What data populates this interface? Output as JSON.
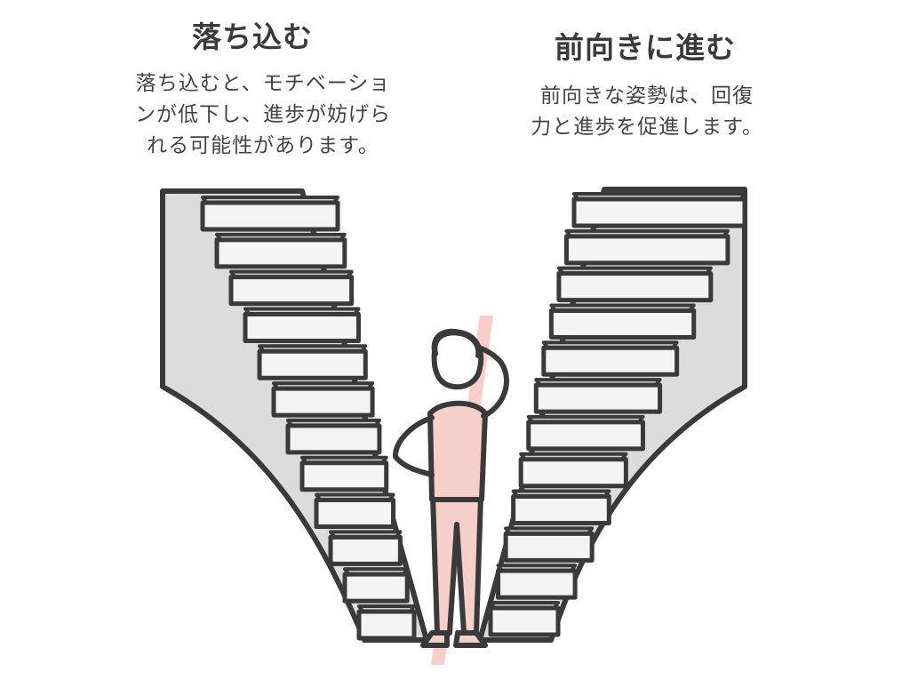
{
  "left": {
    "heading": "落ち込む",
    "lines": [
      "落ち込むと、モチベーショ",
      "ンが低下し、進歩が妨げら",
      "れる可能性があります。"
    ]
  },
  "right": {
    "heading": "前向きに進む",
    "lines": [
      "前向きな姿勢は、回復",
      "力と進歩を促進します。"
    ]
  },
  "colors": {
    "outline": "#3a3a3a",
    "step_fill": "#f4f4f4",
    "wall_fill": "#dcdcdc",
    "person": "#f6cfcb",
    "accent": "#f3b9b4"
  },
  "icons": [
    "staircase-left",
    "staircase-right",
    "person-scratching-head"
  ]
}
